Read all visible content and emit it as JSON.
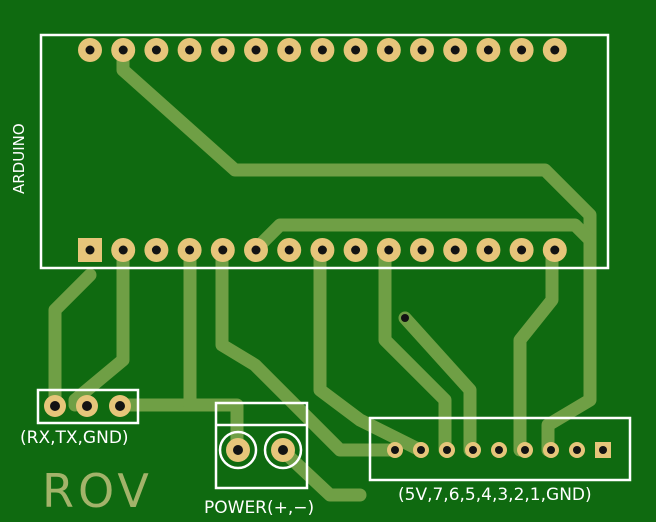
{
  "board": {
    "background": "#0f6a10",
    "trace_color": "#6f9f45",
    "silk_color": "#ffffff",
    "pad_color": "#e6c57a",
    "drill_color": "#131313"
  },
  "labels": {
    "arduino": "ARDUINO",
    "uart": "(RX,TX,GND)",
    "power": "POWER(+,−)",
    "io": "(5V,7,6,5,4,3,2,1,GND)",
    "rov": "ROV"
  }
}
